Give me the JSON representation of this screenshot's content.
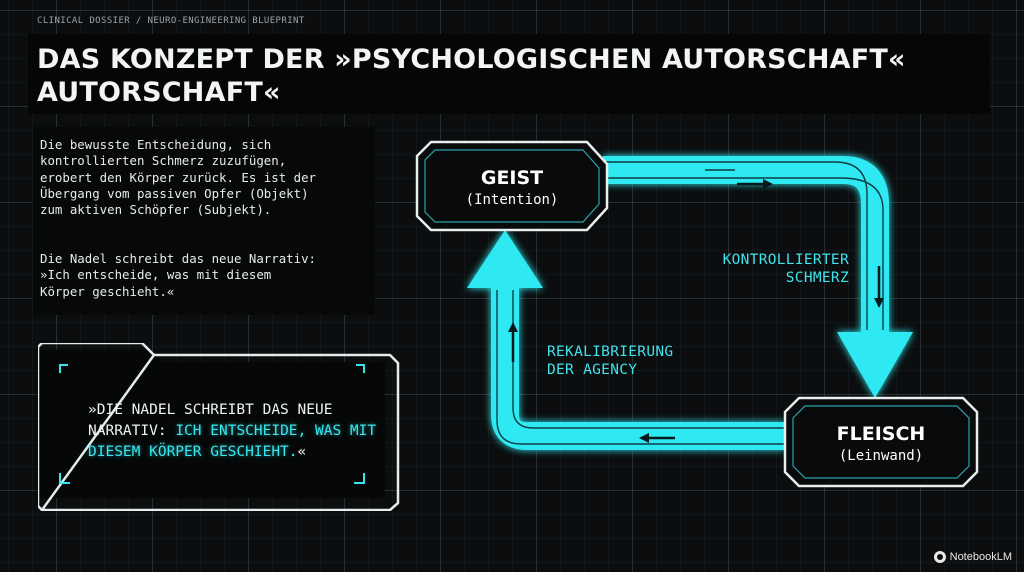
{
  "header": {
    "breadcrumb": "CLINICAL DOSSIER / NEURO-ENGINEERING BLUEPRINT",
    "title": "DAS KONZEPT DER »PSYCHOLOGISCHEN AUTORSCHAFT« AUTORSCHAFT«"
  },
  "body": {
    "paragraph1": "Die bewusste Entscheidung, sich\nkontrollierten Schmerz zuzufügen,\nerobert den Körper zurück. Es ist der\nÜbergang vom passiven Opfer (Objekt)\nzum aktiven Schöpfer (Subjekt).",
    "paragraph2": "Die Nadel schreibt das neue Narrativ:\n»Ich entscheide, was mit diesem\nKörper geschieht.«"
  },
  "quote": {
    "lead": "»DIE NADEL SCHREIBT DAS NEUE NARRATIV: ",
    "highlight": "ICH ENTSCHEIDE, WAS MIT DIESEM KÖRPER GESCHIEHT.",
    "tail": "«"
  },
  "diagram": {
    "nodes": {
      "geist": {
        "label": "GEIST",
        "sub": "(Intention)"
      },
      "fleisch": {
        "label": "FLEISCH",
        "sub": "(Leinwand)"
      }
    },
    "flows": {
      "top_right": [
        "KONTROLLIERTER",
        "SCHMERZ"
      ],
      "bottom_left": [
        "REKALIBRIERUNG",
        "DER AGENCY"
      ]
    }
  },
  "colors": {
    "accent": "#37e6ee",
    "background": "#0b0d0e",
    "text": "#f2f4f5"
  },
  "footer": {
    "brand": "NotebookLM",
    "brand_icon": "notebooklm-logo-icon"
  }
}
